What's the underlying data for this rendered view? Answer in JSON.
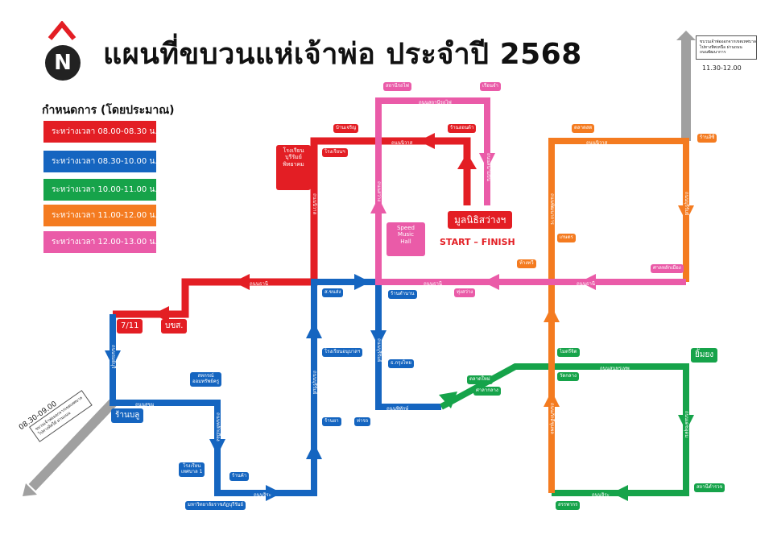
{
  "title": "แผนที่ขบวนแห่เจ้าพ่อ ประจำปี  2568",
  "compass": {
    "letter": "N",
    "icon": "north-arrow-icon"
  },
  "legend": {
    "title": "กำหนดการ (โดยประมาณ)",
    "items": [
      {
        "label": "ระหว่างเวลา 08.00-08.30 น.",
        "color": "#e31e24"
      },
      {
        "label": "ระหว่างเวลา 08.30-10.00 น.",
        "color": "#1565c0"
      },
      {
        "label": "ระหว่างเวลา 10.00-11.00 น.",
        "color": "#16a34a"
      },
      {
        "label": "ระหว่างเวลา 11.00-12.00 น.",
        "color": "#f47b20"
      },
      {
        "label": "ระหว่างเวลา 12.00-13.00 น.",
        "color": "#ea5ba8"
      }
    ]
  },
  "notes": {
    "top_right_box": [
      "ขบวนเจ้าพ่อออกจากเขตเทศบาล",
      "ไปทางทิศเหนือ ผ่านถนน",
      "ถนนพัฒนาการ"
    ],
    "top_right_time": "11.30-12.00",
    "bottom_left_box": [
      "ขบวนเจ้าพ่อออกจากเขตเทศบาล",
      "ไปทางทิศใต้ ผ่านถนน"
    ],
    "bottom_left_time": "08.30-09.00"
  },
  "start": {
    "label": "มูลนิธิสว่างฯ",
    "caption": "START – FINISH"
  },
  "landmarks": {
    "school_red": "โรงเรียน\nบุรีรัมย์\nพิทยาคม",
    "seven_eleven": "7/11",
    "bks": "บขส.",
    "speed_music": "Speed\nMusic\nHall",
    "ran_boon": "ร้านบลู",
    "yim_yong": "ยิ้มยง",
    "school_blue": "โรงเรียน\nเทศบาล 1",
    "school_anuban": "โรงเรียนอนุบาลฯ",
    "sahakorn": "สหกรณ์\nออมทรัพย์ครู",
    "bank": "ธ.กรุงไทย",
    "sakhan": "ส.ขนส่ง",
    "uni": "มหาวิทยาลัยราชภัฏบุรีรัมย์",
    "sathani": "สถานีรถไฟ",
    "klong": "เรือนจำ",
    "big_c": "โรงเรียนฯ",
    "satang": "ทุ่งสว่าง",
    "home_pro": "ร้านฮอนด้า",
    "ban_tha": "ศาลหลักเมือง",
    "thai_phat": "ร้านตำนาน",
    "pho_sri": "บ้านเจริญ",
    "nong_nae": "ตลาดสด",
    "kamnan": "ห้างทวี",
    "ran_aec": "ร้านอีซี่",
    "bus_stop": "ไมตรีจิต",
    "wat": "วัดกลาง",
    "ampheu": "ศาลากลาง",
    "chaiyo": "สถานีตำรวจ",
    "pasee": "สรรพากร",
    "thet_khon": "ตลาดใหม่",
    "nongkon": "ท่ารถ",
    "nong_kham": "ร้านค้า",
    "kaset": "เกษตร",
    "pharmacy": "ร้านยา"
  },
  "roads": {
    "tani_top": "ถนนนิวาส",
    "tani_right": "ถนนนิวาส",
    "tani_main": "ถนนธานี",
    "tani_main_right": "ถนนธานี",
    "tani_left": "ถนนธานี",
    "jira": "ถนนจิระ",
    "jira_right": "ถนนจิระ",
    "sunthorn": "ถนนสุนทรเทพ",
    "surin_road": "ถนนบุรีรัมย์",
    "phithak": "ถนนพิทักษ์",
    "romburi": "ถนนรมย์บุรี",
    "lak_mueang": "ถนนหลักเมือง",
    "pitak2": "ถนนสถานีรถไฟ",
    "sanambin": "ถนนสนามบิน",
    "niwat_v": "ถนนนิวาส",
    "phatthana": "ถนนพัฒนาการ",
    "sawang": "ถนนสว่าง",
    "burirum_v": "ถนนบุรีรัมย์",
    "jiranaung": "ถนนจิระ",
    "bhumirat": "ถนนภักดีชุมพล",
    "sawadee": "ถนนบุรีรัมย์",
    "dek": "ถนนเดชอุดม",
    "sukhum": "ถนนสุขุม"
  }
}
